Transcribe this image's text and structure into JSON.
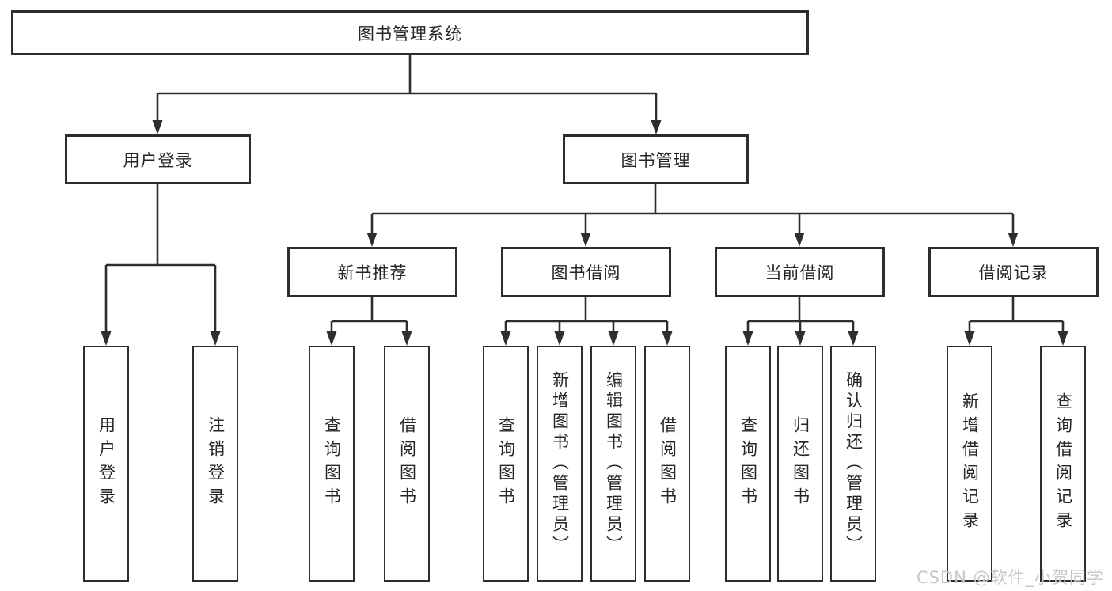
{
  "tree": {
    "root": {
      "label": "图书管理系统"
    },
    "branches": [
      {
        "label": "用户登录",
        "children": [
          {
            "label": "用户登录"
          },
          {
            "label": "注销登录"
          }
        ]
      },
      {
        "label": "图书管理",
        "groups": [
          {
            "label": "新书推荐",
            "children": [
              {
                "label": "查询图书"
              },
              {
                "label": "借阅图书"
              }
            ]
          },
          {
            "label": "图书借阅",
            "children": [
              {
                "label": "查询图书"
              },
              {
                "label": "新增图书（管理员）"
              },
              {
                "label": "编辑图书（管理员）"
              },
              {
                "label": "借阅图书"
              }
            ]
          },
          {
            "label": "当前借阅",
            "children": [
              {
                "label": "查询图书"
              },
              {
                "label": "归还图书"
              },
              {
                "label": "确认归还（管理员）"
              }
            ]
          },
          {
            "label": "借阅记录",
            "children": [
              {
                "label": "新增借阅记录"
              },
              {
                "label": "查询借阅记录"
              }
            ]
          }
        ]
      }
    ]
  },
  "watermark": {
    "text": "CSDN @软件_小贺同学"
  },
  "colors": {
    "line": "#2e2e2e",
    "box_border": "#2d2d2d",
    "text": "#262626",
    "background": "#ffffff",
    "watermark": "#c6c8cc"
  }
}
